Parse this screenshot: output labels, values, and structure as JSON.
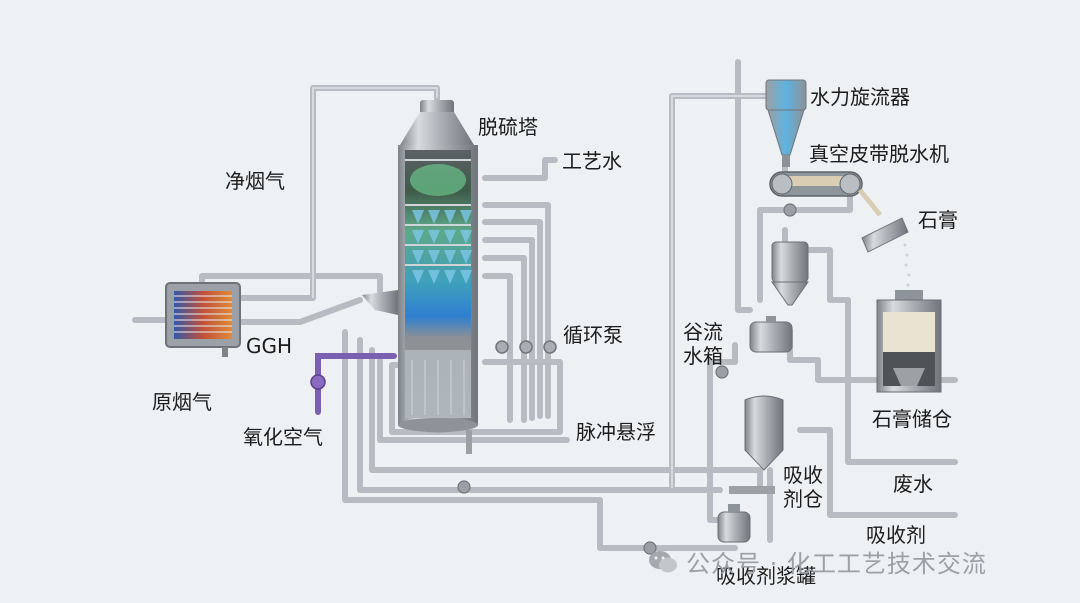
{
  "labels": {
    "tower": "脱硫塔",
    "process_water": "工艺水",
    "clean_flue": "净烟气",
    "ggh": "GGH",
    "raw_flue": "原烟气",
    "oxidation_air": "氧化空气",
    "circ_pump": "循环泵",
    "pulse": "脉冲悬浮",
    "hydrocyclone": "水力旋流器",
    "belt_filter": "真空皮带脱水机",
    "gypsum": "石膏",
    "gypsum_silo": "石膏储仓",
    "valley_tank_1": "谷流",
    "valley_tank_2": "水箱",
    "waste_water": "废水",
    "absorbent_silo_1": "吸收",
    "absorbent_silo_2": "剂仓",
    "absorbent": "吸收剂",
    "slurry_tank": "吸收剂浆罐"
  },
  "watermark": {
    "text": "公众号 · 化工工艺技术交流",
    "icon": "wechat-icon"
  },
  "colors": {
    "pipe": "#b9bec4",
    "pipe_dark": "#8e959c",
    "air_pipe": "#7b5fb0",
    "tower": "#a9adb2"
  }
}
